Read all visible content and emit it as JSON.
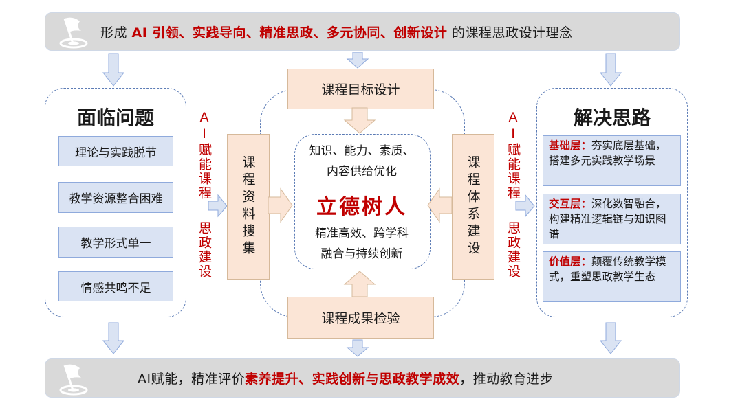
{
  "top_banner": {
    "prefix": "形成 ",
    "highlight": "AI 引领、实践导向、精准思政、多元协同、创新设计",
    "suffix": " 的课程思政设计理念",
    "icon": "flag-target-icon"
  },
  "left_panel": {
    "title": "面临问题",
    "items": [
      "理论与实践脱节",
      "教学资源整合困难",
      "教学形式单一",
      "情感共鸣不足"
    ]
  },
  "left_side_label": {
    "top": "AI赋能课程",
    "bottom": "思政建设"
  },
  "right_side_label": {
    "top": "AI赋能课程",
    "bottom": "思政建设"
  },
  "center": {
    "top_box": "课程目标设计",
    "bottom_box": "课程成果检验",
    "left_box": "课程资料搜集",
    "right_box": "课程体系建设",
    "line1": "知识、能力、素质、",
    "line2": "内容供给优化",
    "core": "立德树人",
    "line3": "精准高效、跨学科",
    "line4": "融合与持续创新"
  },
  "right_panel": {
    "title": "解决思路",
    "items": [
      {
        "label": "基础层：",
        "text": "夯实底层基础，搭建多元实践教学场景"
      },
      {
        "label": "交互层：",
        "text": "深化数智融合，构建精准逻辑链与知识图谱"
      },
      {
        "label": "价值层：",
        "text": "颠覆传统教学模式，重塑思政教学生态"
      }
    ]
  },
  "bottom_banner": {
    "prefix": "AI赋能，精准评价",
    "highlight": "素养提升、实践创新与思政教学成效",
    "suffix": "，推动教育进步",
    "icon": "flag-target-icon"
  },
  "colors": {
    "accent_red": "#c00000",
    "blue_fill": "#dae3f3",
    "peach_fill": "#fbe5d6",
    "banner_gray": "#d9d9d9"
  }
}
